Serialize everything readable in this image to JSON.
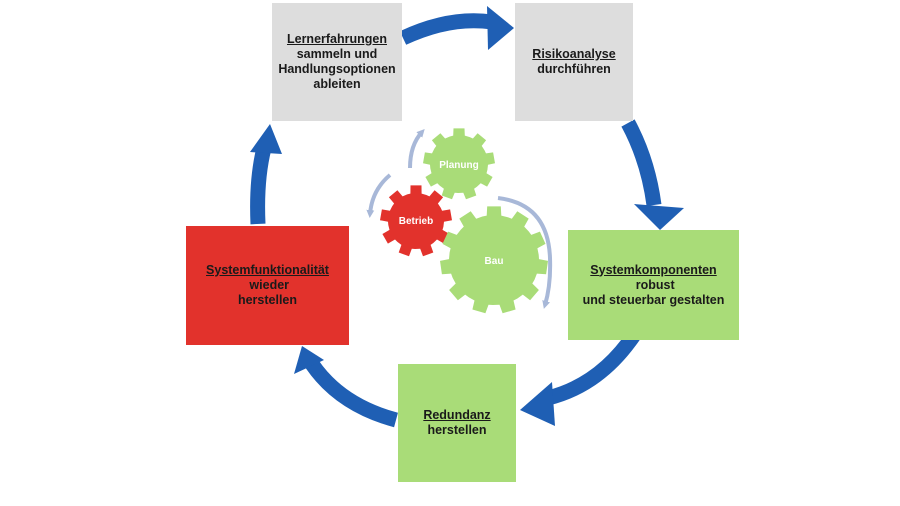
{
  "steps": {
    "lernerfahrungen": {
      "underlined": "Lernerfahrungen",
      "line2": "sammeln und",
      "line3": "Handlungsoptionen",
      "line4": "ableiten"
    },
    "risikoanalyse": {
      "underlined": "Risikoanalyse",
      "line2": "durchführen"
    },
    "systemkomponenten": {
      "underlined": "Systemkomponenten",
      "rest": " robust",
      "line2": "und steuerbar gestalten"
    },
    "redundanz": {
      "underlined": "Redundanz",
      "line2": "herstellen"
    },
    "systemfunktionalitaet": {
      "underlined": "Systemfunktionalität",
      "rest": " wieder",
      "line2": "herstellen"
    }
  },
  "gears": {
    "planung": "Planung",
    "betrieb": "Betrieb",
    "bau": "Bau"
  },
  "colors": {
    "cycle_arrow": "#1f5fb4",
    "inner_arrow": "#a8b8d8",
    "box_grey": "#dddddd",
    "box_green": "#a9dc78",
    "box_red": "#e2322c",
    "gear_green": "#a9dc78",
    "gear_red": "#e2322c"
  }
}
